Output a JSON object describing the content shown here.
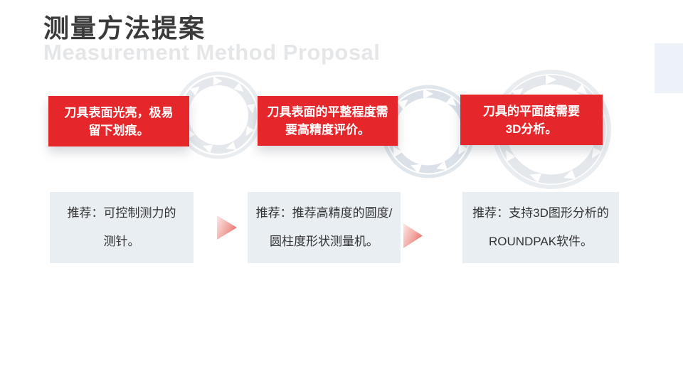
{
  "header": {
    "title": "测量方法提案",
    "subtitle": "Measurement Method Proposal"
  },
  "problem_boxes": [
    {
      "line1": "刀具表面光亮，极易",
      "line2": "留下划痕。"
    },
    {
      "line1": "刀具表面的平整程度需",
      "line2": "要高精度评价。"
    },
    {
      "line1": "刀具的平面度需要",
      "line2": "3D分析。"
    }
  ],
  "recommendation_boxes": [
    {
      "line1": "推荐：可控制测力的",
      "line2": "测针。"
    },
    {
      "line1": "推荐：推荐高精度的圆度/",
      "line2": "圆柱度形状测量机。"
    },
    {
      "line1": "推荐：支持3D图形分析的",
      "line2": "ROUNDPAK软件。"
    }
  ],
  "icons": {
    "flow_arrow": "right-gradient-triangle",
    "background_ring": "circular-rotation-arrows"
  },
  "colors": {
    "accent_red": "#e5262a",
    "panel_bg": "#e9eef3",
    "title_text": "#3a3a3a",
    "subtitle_text": "#e4e6e8",
    "ring_gray": "#e6eaee",
    "ring_blue": "#dbe2e9",
    "side_tab": "#ecf2f7"
  }
}
